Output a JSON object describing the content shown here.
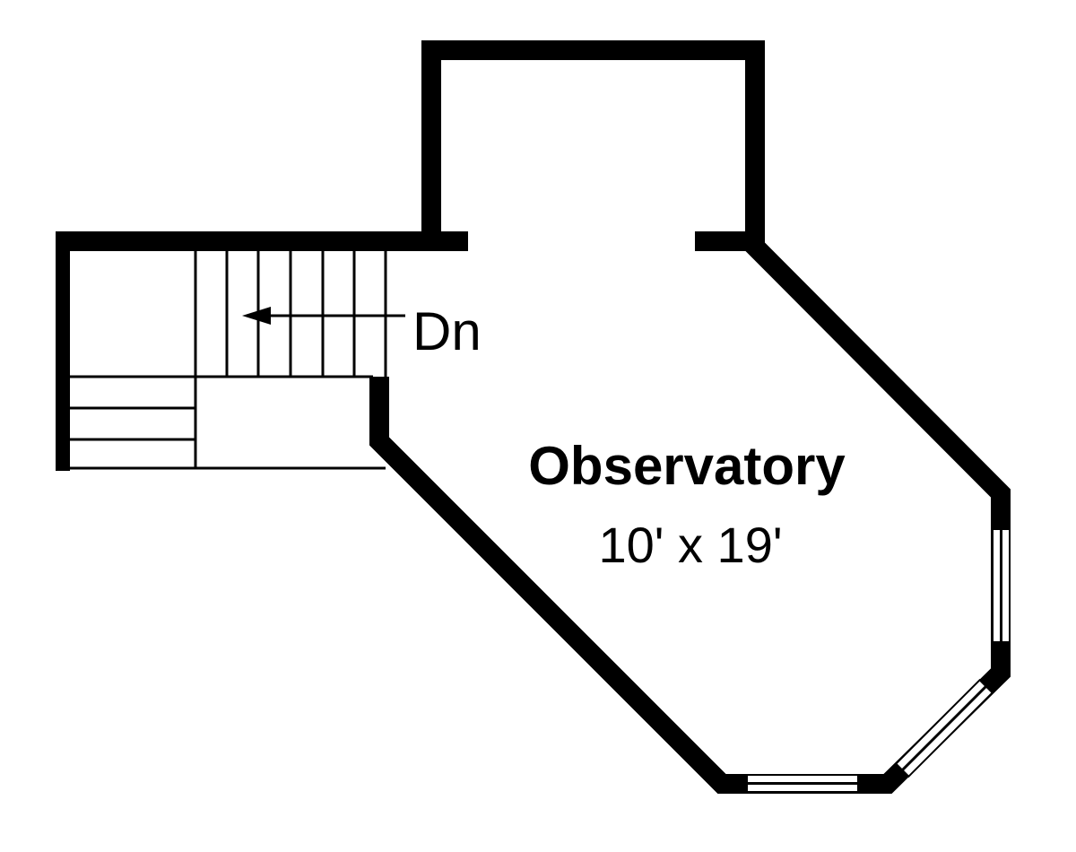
{
  "plan": {
    "stair_label": "Dn",
    "room_name": "Observatory",
    "room_size": "10' x 19'"
  },
  "colors": {
    "wall": "#000000",
    "background": "#ffffff"
  }
}
